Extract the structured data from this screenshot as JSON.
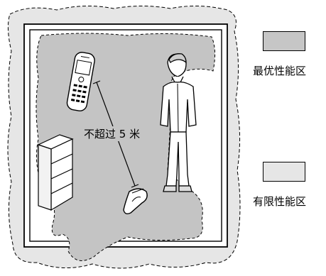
{
  "distance_label": "不超过 5 米",
  "legend": {
    "optimal": {
      "label": "最优性能区",
      "color": "#c6c6c6"
    },
    "limited": {
      "label": "有限性能区",
      "color": "#e6e6e6"
    }
  },
  "colors": {
    "outer_zone": "#e6e6e6",
    "inner_zone": "#c4c4c4",
    "walls": "#ffffff",
    "line": "#000000"
  },
  "icons": [
    "mobile-phone-icon",
    "bluetooth-headset-icon",
    "person-figure-icon",
    "bookshelf-icon"
  ]
}
